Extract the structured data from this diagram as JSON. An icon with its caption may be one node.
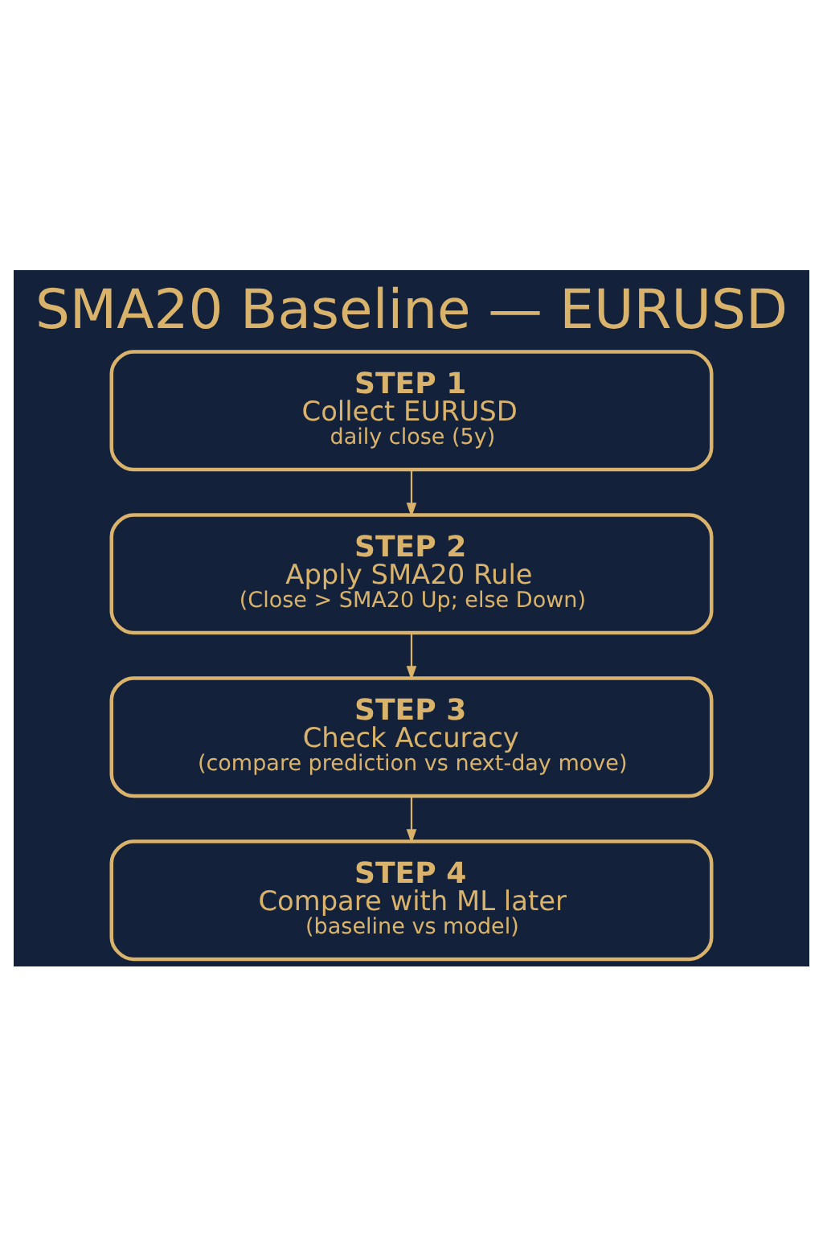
{
  "diagram": {
    "title": "SMA20 Baseline — EURUSD",
    "nodes": [
      {
        "text": [
          "STEP 1",
          "Collect EURUSD",
          "daily close (5y)"
        ]
      },
      {
        "text": [
          "STEP 2",
          "Apply SMA20 Rule",
          "(Close > SMA20 Up; else Down)"
        ]
      },
      {
        "text": [
          "STEP 3",
          "Check Accuracy",
          "(compare prediction vs next-day move)"
        ]
      },
      {
        "text": [
          "STEP 4",
          "Compare with ML later",
          "(baseline vs model)"
        ]
      }
    ],
    "edges": [
      {
        "from": 0,
        "to": 1,
        "arrow": "to"
      },
      {
        "from": 1,
        "to": 2,
        "arrow": "to"
      },
      {
        "from": 2,
        "to": 3,
        "arrow": "to"
      }
    ]
  }
}
